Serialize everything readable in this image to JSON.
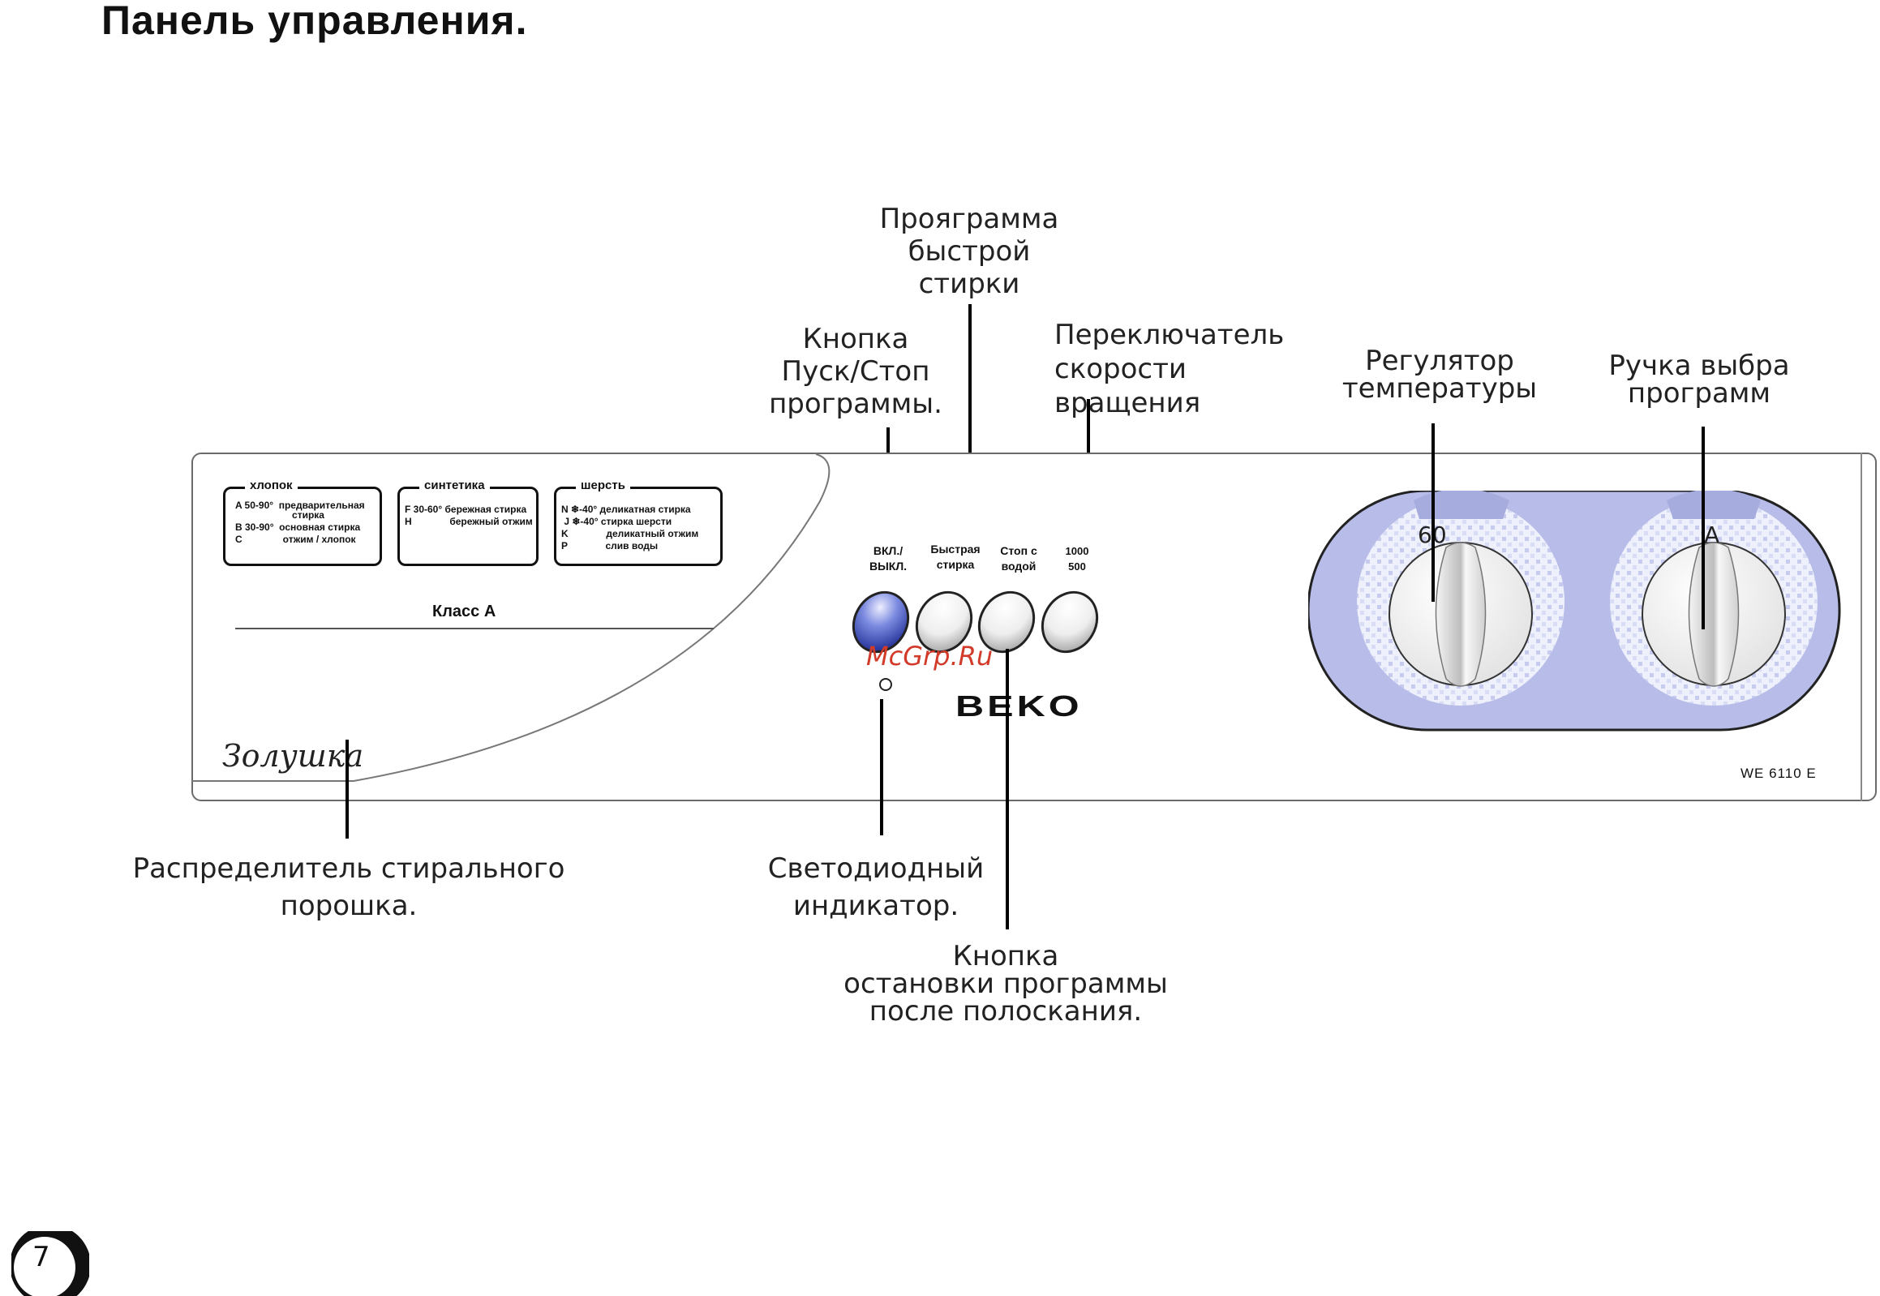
{
  "title": "Панель управления.",
  "callouts": {
    "quick_program": "Прояграмма\nбыстрой\nстирки",
    "start_stop": "Кнопка\nПуск/Стоп\nпрограммы.",
    "spin_switch": "Переключатель\nскорости вращения",
    "temperature": "Регулятор\nтемпературы",
    "program_knob": "Ручка выбра\nпрограмм",
    "dispenser": "Распределитель стирального\nпорошка.",
    "led": "Светодиодный\nиндикатор.",
    "rinse_hold": "Кнопка\nостановки  программы\nпосле  полоскания."
  },
  "panel": {
    "groups": [
      {
        "label": "хлопок",
        "lines": [
          "A 50-90°  предварительная",
          "                     стирка",
          "B 30-90°  основная стирка",
          "C               отжим / хлопок"
        ]
      },
      {
        "label": "синтетика",
        "lines": [
          "F 30-60° бережная стирка",
          "H              бережный отжим"
        ]
      },
      {
        "label": "шерсть",
        "lines": [
          "N ❄-40° деликатная стирка",
          " J ❄-40° стирка шерсти",
          "K              деликатный отжим",
          "P              слив воды"
        ]
      }
    ],
    "class_label": "Класс А",
    "brand_script": "Золушка",
    "buttons": [
      {
        "label": "ВКЛ./\nВЫКЛ.",
        "color": "#5a6fd0"
      },
      {
        "label": "Быстрая\nстирка",
        "color": "#e8e8e8"
      },
      {
        "label": "Стоп с\nводой",
        "color": "#e8e8e8"
      },
      {
        "label": "1000\n500",
        "color": "#e8e8e8"
      }
    ],
    "watermark": "McGrp.Ru",
    "logo": "BEKO",
    "temp_knob_value": "60",
    "program_knob_value": "A",
    "model": "WE 6110 E",
    "dial_bg_color": "#b8bce8"
  },
  "page_number": "7"
}
